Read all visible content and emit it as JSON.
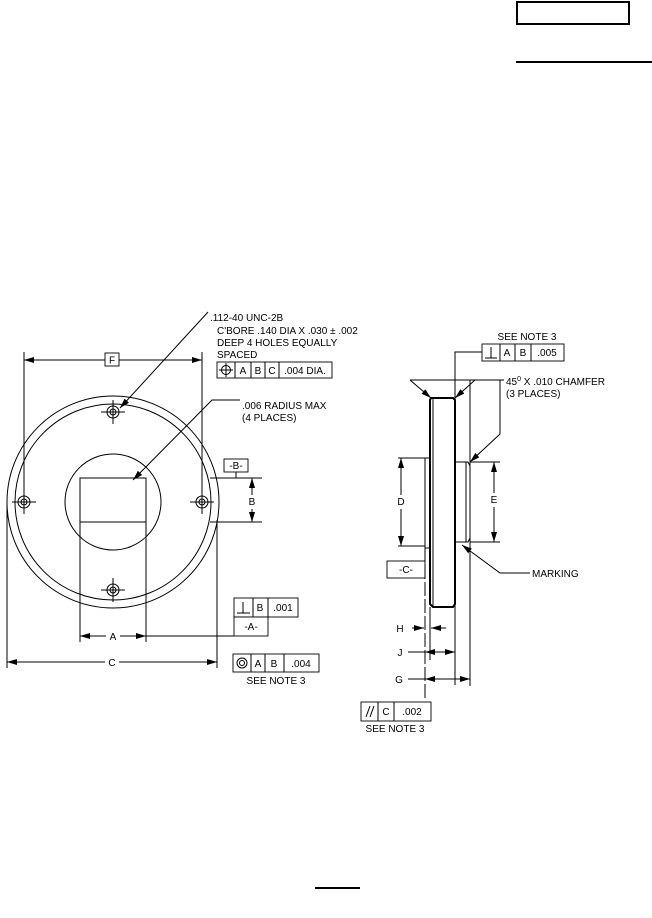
{
  "drawing": {
    "front_view": {
      "hole_callout": [
        ".112-40 UNC-2B",
        "C'BORE .140 DIA X .030 ± .002",
        "DEEP 4 HOLES EQUALLY",
        "SPACED"
      ],
      "position_fcf": {
        "symbol": "position-icon",
        "datums": [
          "A",
          "B",
          "C"
        ],
        "tolerance": ".004 DIA."
      },
      "radius_note": [
        ".006 RADIUS MAX",
        "(4 PLACES)"
      ],
      "datum_b": "-B-",
      "datum_a": "-A-",
      "perp_fcf": {
        "symbol": "perpendicularity-icon",
        "datum": "B",
        "tolerance": ".001"
      },
      "conc_fcf": {
        "symbol": "concentricity-icon",
        "datums": [
          "A",
          "B"
        ],
        "tolerance": ".004"
      },
      "conc_note": "SEE NOTE 3",
      "dims": {
        "F": "F",
        "B": "B",
        "A": "A",
        "C": "C"
      }
    },
    "side_view": {
      "top_note": "SEE NOTE 3",
      "perp_fcf": {
        "symbol": "perpendicularity-icon",
        "datums": [
          "A",
          "B"
        ],
        "tolerance": ".005"
      },
      "chamfer_note_main": "45",
      "chamfer_note_sup": "0",
      "chamfer_note_rest": " X .010 CHAMFER",
      "chamfer_note_2": "(3 PLACES)",
      "marking": "MARKING",
      "datum_c": "-C-",
      "dims": {
        "D": "D",
        "E": "E",
        "H": "H",
        "J": "J",
        "G": "G"
      },
      "par_fcf": {
        "symbol": "parallelism-icon",
        "datum": "C",
        "tolerance": ".002"
      },
      "par_note": "SEE NOTE 3"
    }
  }
}
